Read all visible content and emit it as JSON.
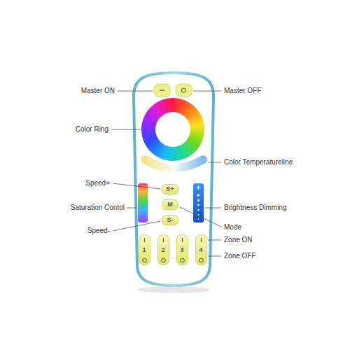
{
  "diagram": {
    "nodes": [
      {
        "text": [
          "S+"
        ]
      },
      {
        "text": [
          "M"
        ]
      },
      {
        "text": [
          "S-"
        ]
      },
      {
        "text": [
          "1"
        ]
      },
      {
        "text": [
          "2"
        ]
      },
      {
        "text": [
          "3"
        ]
      },
      {
        "text": [
          "4"
        ]
      }
    ],
    "labels": [
      "Master ON",
      "Master OFF",
      "Color Ring",
      "Color Temperatureline",
      "Speed+",
      "Saturation Contol",
      "Speed-",
      "Brightness Dimming",
      "Mode",
      "Zone ON",
      "Zone OFF"
    ]
  }
}
